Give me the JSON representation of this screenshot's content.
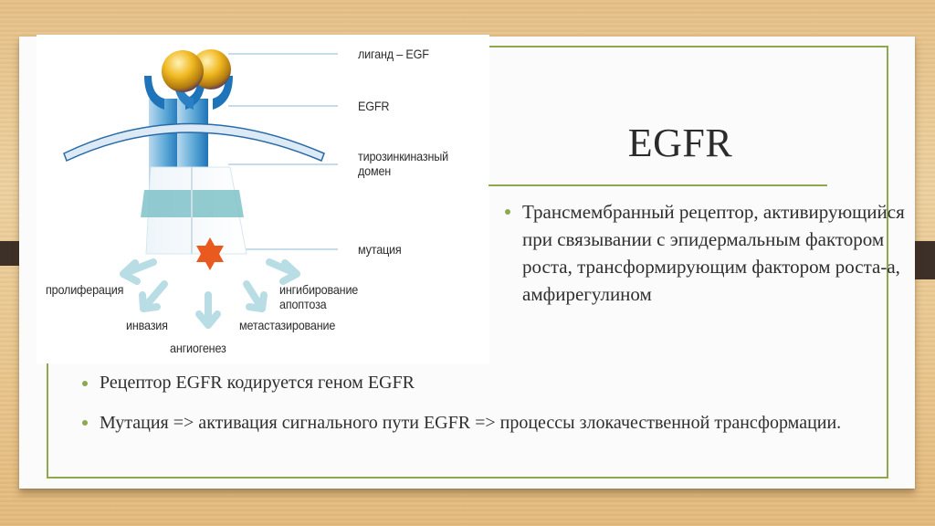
{
  "slide": {
    "title": "EGFR",
    "bullets": [
      {
        "text": "Трансмембранный рецептор, активирующийся при связывании с эпидермальным фактором роста, трансформирующим фактором роста-а, амфирегулином"
      },
      {
        "text": "Рецептор EGFR кодируется геном EGFR"
      },
      {
        "text": "Мутация => активация сигнального пути  EGFR => процессы злокачественной трансформации."
      }
    ],
    "colors": {
      "accent": "#8ea84e",
      "card": "#fbfbfb",
      "background": "#e8c58c",
      "tab": "#3d3028",
      "text": "#2f2f2f"
    }
  },
  "figure": {
    "labels": {
      "ligand": "лиганд – EGF",
      "receptor": "EGFR",
      "kinase_line1": "тирозинкиназный",
      "kinase_line2": "домен",
      "mutation": "мутация"
    },
    "outcomes": {
      "proliferation": "пролиферация",
      "invasion": "инвазия",
      "angiogenesis": "ангиогенез",
      "metastasis": "метастазирование",
      "apoptosis_line1": "ингибирование",
      "apoptosis_line2": "апоптоза"
    }
  }
}
